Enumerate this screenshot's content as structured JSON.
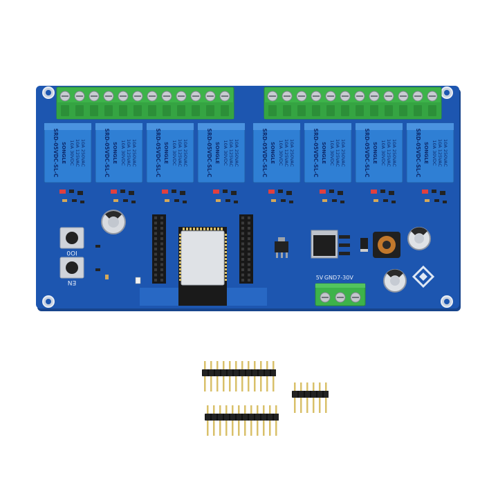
{
  "colors": {
    "background": "#ffffff",
    "pcb": "#1d56b0",
    "pcb_edge": "#17448c",
    "terminal": "#3db34a",
    "relay": "#2f7fd4",
    "header": "#111111",
    "pin": "#d9c06a"
  },
  "board": {
    "button_labels": [
      "IO0",
      "EN"
    ],
    "relay_markings": {
      "model": "SRD-05VDC-SL-C",
      "brand": "SONGLE",
      "rating_1": "10A 250VAC",
      "rating_2": "10A 125VAC",
      "rating_3": "10A 30VDC"
    },
    "power_labels": {
      "input": "7-30V",
      "gnd": "GND",
      "five_volt": "5V"
    }
  },
  "accessories": {
    "header_strips": [
      {
        "pins": 12
      },
      {
        "pins": 12
      },
      {
        "pins": 6
      }
    ]
  }
}
